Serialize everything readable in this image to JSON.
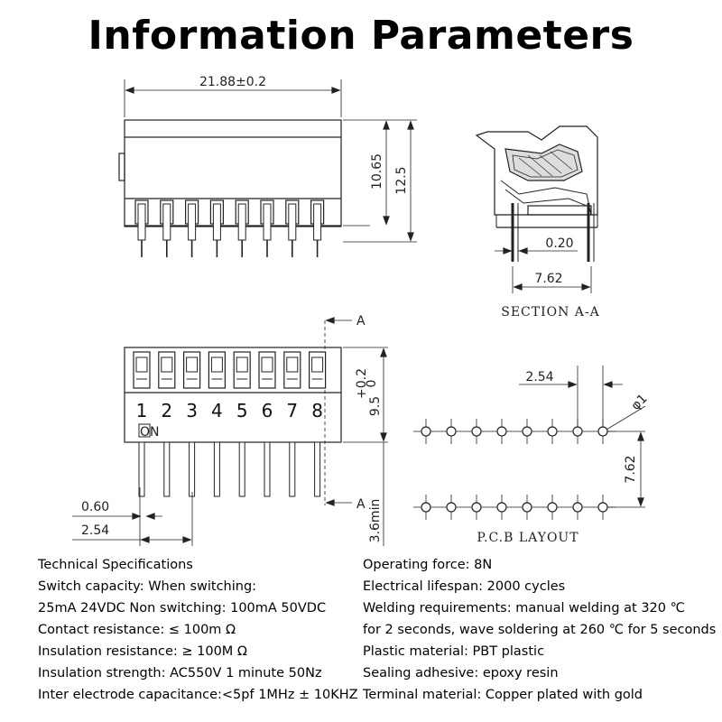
{
  "title": "Information Parameters",
  "top_view": {
    "width_dim": "21.88±0.2",
    "height_dim_1": "10.65",
    "height_dim_2": "12.5"
  },
  "section": {
    "dim_pin": "0.20",
    "dim_row": "7.62",
    "label": "SECTION  A-A"
  },
  "front_view": {
    "numbers": [
      "1",
      "2",
      "3",
      "4",
      "5",
      "6",
      "7",
      "8"
    ],
    "on_label": "ON",
    "height_dim": "9.5",
    "tol_upper": "+0.2",
    "tol_lower": "0",
    "section_mark_top": "A",
    "section_mark_bottom": "A",
    "pin_dim": "0.60",
    "pitch_dim": "2.54",
    "lead_dim": "3.6min"
  },
  "pcb": {
    "pitch": "2.54",
    "hole": "φ1",
    "row": "7.62",
    "label": "P.C.B LAYOUT"
  },
  "specs_left": [
    "Technical Specifications",
    "Switch capacity: When switching:",
    "25mA 24VDC Non switching: 100mA 50VDC",
    "Contact resistance: ≤ 100m Ω",
    "Insulation resistance: ≥ 100M Ω",
    "Insulation strength: AC550V 1 minute 50Nz",
    "Inter electrode capacitance:<5pf 1MHz ± 10KHZ"
  ],
  "specs_right": [
    "Operating force: 8N",
    "Electrical lifespan: 2000 cycles",
    "Welding requirements: manual welding at 320 ℃",
    "for 2 seconds, wave soldering at 260 ℃ for 5 seconds",
    "Plastic material: PBT plastic",
    "Sealing adhesive: epoxy resin",
    "Terminal material: Copper plated with gold"
  ]
}
